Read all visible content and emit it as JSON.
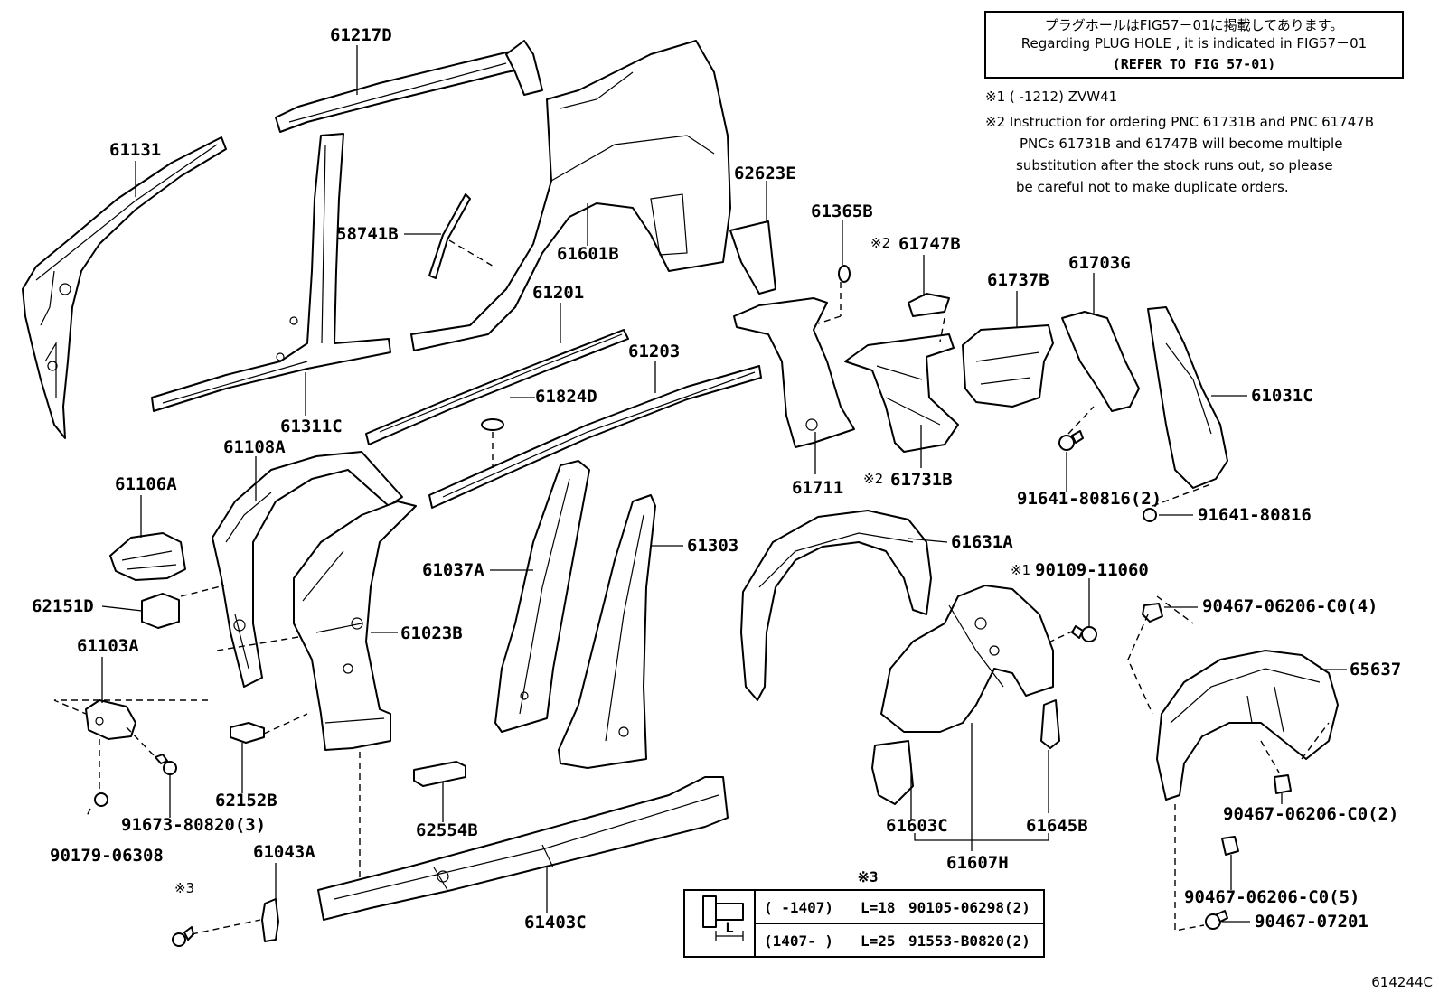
{
  "notes": {
    "box_line1": "プラグホールはFIG57－01に掲載してあります。",
    "box_line2": "Regarding  PLUG HOLE , it is indicated in FIG57－01",
    "box_line3": "(REFER TO FIG 57-01)",
    "note1": "※1 (       -1212) ZVW41",
    "note2_line1": "※2 Instruction for ordering PNC 61731B and PNC 61747B",
    "note2_line2": "PNCs 61731B and  61747B  will become multiple",
    "note2_line3": "substitution after the stock runs out, so please",
    "note2_line4": "be careful not to make duplicate orders."
  },
  "labels": {
    "l61217D": "61217D",
    "l61131": "61131",
    "l58741B": "58741B",
    "l61601B": "61601B",
    "l62623E": "62623E",
    "l61365B": "61365B",
    "l61747B": "61747B",
    "m61747B": "※2",
    "l61737B": "61737B",
    "l61703G": "61703G",
    "l61201": "61201",
    "l61311C": "61311C",
    "l61203": "61203",
    "l61824D": "61824D",
    "l61031C": "61031C",
    "l61711": "61711",
    "l61731B": "61731B",
    "m61731B": "※2",
    "l91641a": "91641-80816(2)",
    "l91641b": "91641-80816",
    "l61108A": "61108A",
    "l61106A": "61106A",
    "l61037A": "61037A",
    "l61303": "61303",
    "l61631A": "61631A",
    "l90109": "90109-11060",
    "m90109": "※1",
    "l62151D": "62151D",
    "l61023B": "61023B",
    "l90467_4": "90467-06206-C0(4)",
    "l65637": "65637",
    "l61103A": "61103A",
    "l62152B": "62152B",
    "l91673": "91673-80820(3)",
    "l90179": "90179-06308",
    "l62554B": "62554B",
    "l61603C": "61603C",
    "l61645B": "61645B",
    "l61607H": "61607H",
    "l90467_2": "90467-06206-C0(2)",
    "l61043A": "61043A",
    "m3": "※3",
    "l61403C": "61403C",
    "l90467_5": "90467-06206-C0(5)",
    "l90467_07201": "90467-07201",
    "fig_no": "614244C"
  },
  "bolt_table": {
    "title": "※3",
    "dim_label": "L",
    "rows": [
      {
        "range": "(      -1407)",
        "length": "L=18",
        "part": "90105-06298(2)"
      },
      {
        "range": "(1407-      )",
        "length": "L=25",
        "part": "91553-B0820(2)"
      }
    ]
  }
}
